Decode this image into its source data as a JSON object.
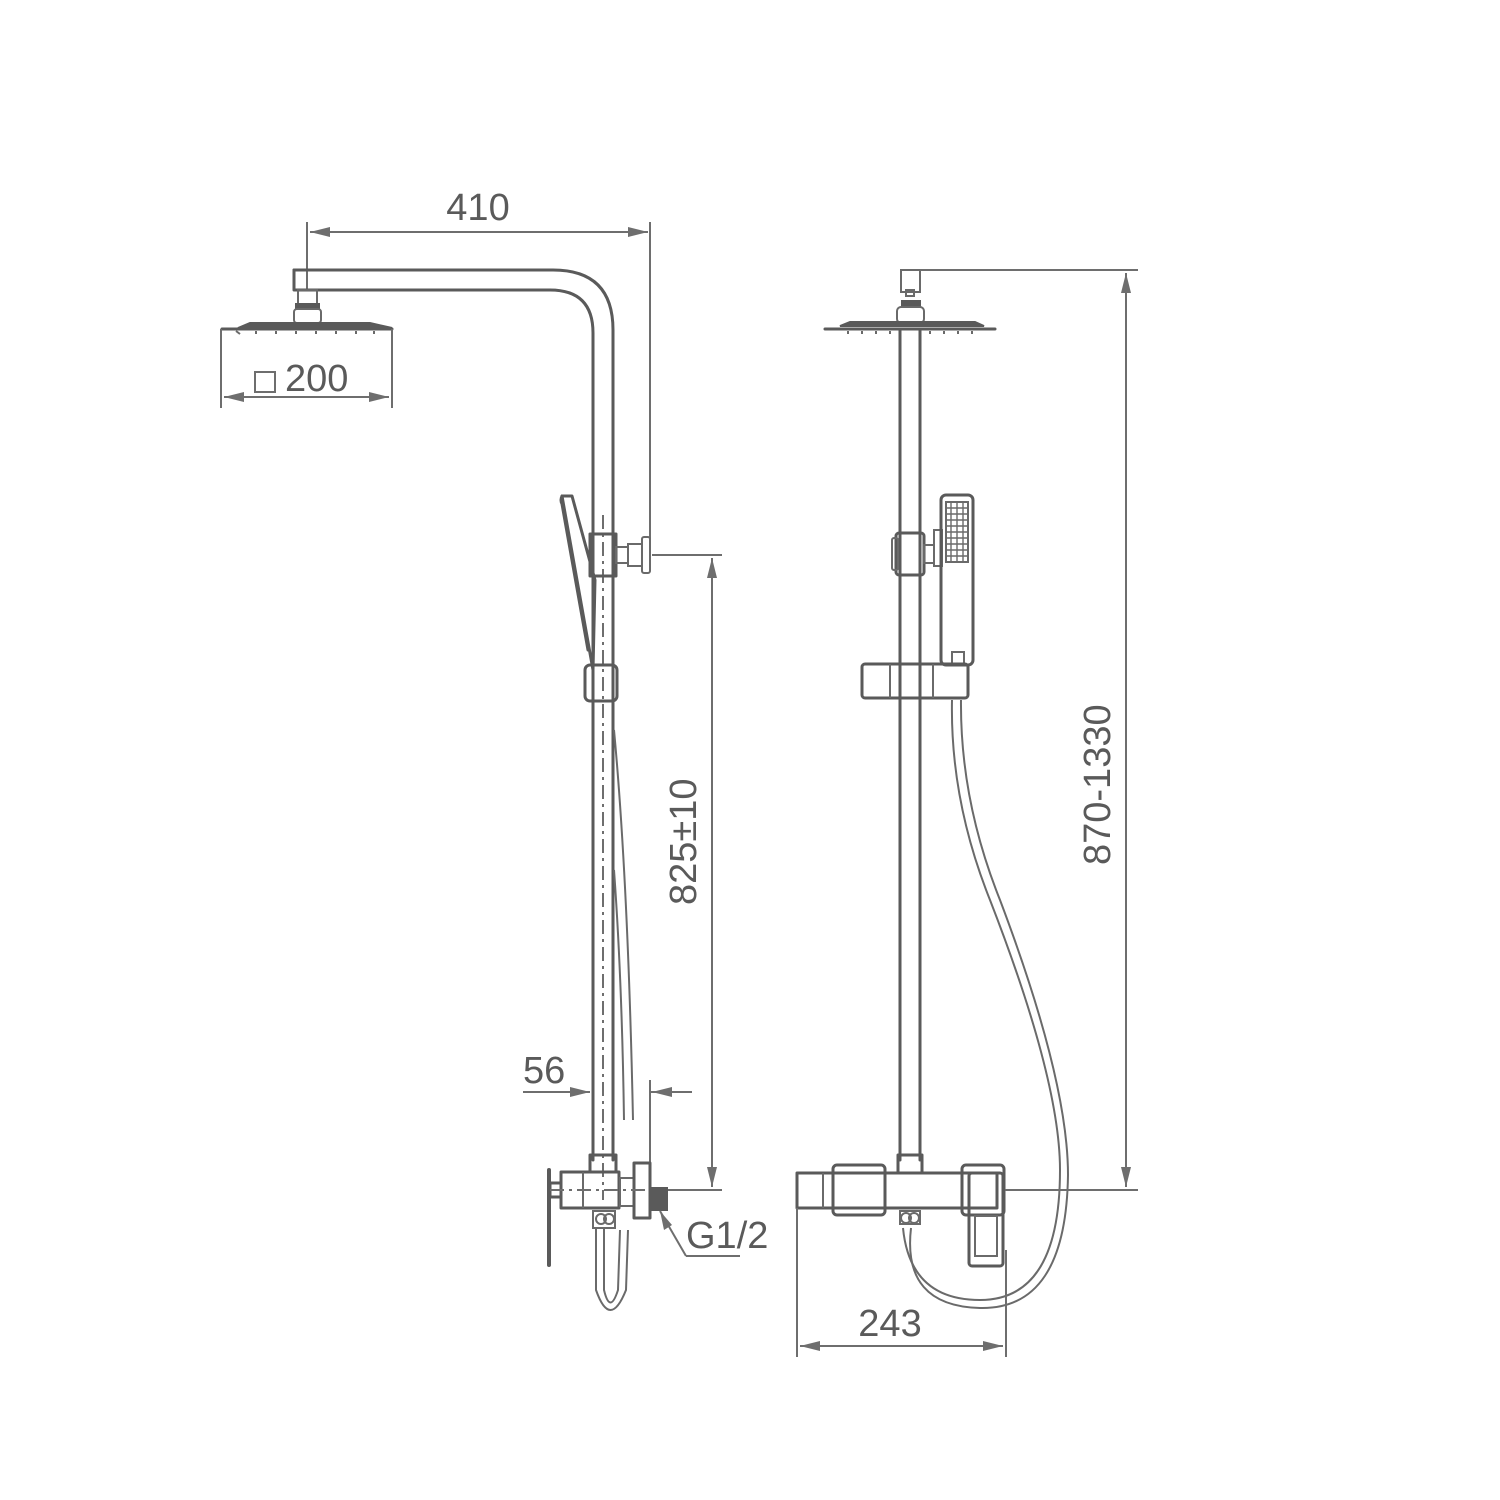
{
  "drawing": {
    "title": "Shower system dimension drawing",
    "views": [
      "side-view",
      "front-view"
    ],
    "line_color": "#5a5a5a",
    "background": "#ffffff"
  },
  "dimensions": {
    "arm_reach": "410",
    "head_size_symbol": "□",
    "head_size": "200",
    "rail_height": "825±10",
    "wall_offset": "56",
    "inlet_thread": "G1/2",
    "total_height": "870-1330",
    "mixer_width": "243"
  }
}
